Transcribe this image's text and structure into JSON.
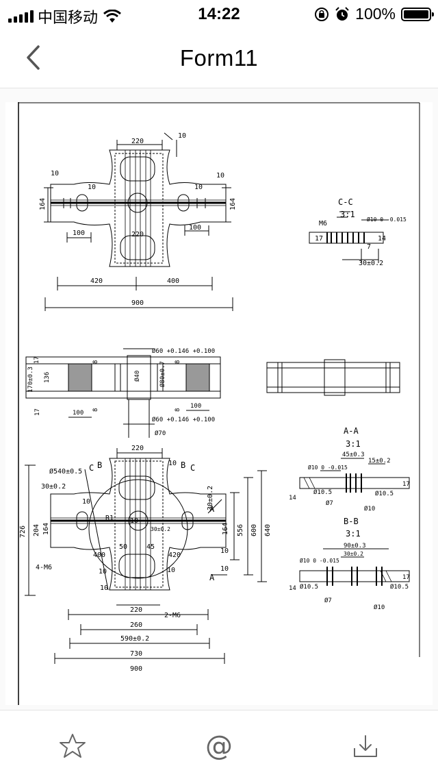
{
  "status_bar": {
    "carrier": "中国移动",
    "time": "14:22",
    "battery_percent": "100%"
  },
  "nav": {
    "title": "Form11"
  },
  "drawing": {
    "top_view": {
      "dims": [
        "220",
        "10",
        "10",
        "10",
        "10",
        "10",
        "164",
        "164",
        "100",
        "100",
        "220",
        "420",
        "400",
        "900"
      ]
    },
    "section_cc": {
      "title": "C-C",
      "scale": "3:1",
      "labels": [
        "M6",
        "Ø10 0 -0.015",
        "17",
        "14",
        "7",
        "30±0.2"
      ]
    },
    "side_view": {
      "dims": [
        "Ø60 +0.146 +0.100",
        "17",
        "8",
        "8",
        "170±0.3",
        "136",
        "Ø40",
        "Ø80±0.7",
        "17",
        "100",
        "8",
        "8",
        "100",
        "Ø60 +0.146 +0.100",
        "Ø70"
      ]
    },
    "section_aa": {
      "title": "A-A",
      "scale": "3:1",
      "labels": [
        "45±0.3",
        "15±0.2",
        "Ø10 0 -0.015",
        "17",
        "14",
        "Ø10.5",
        "Ø10.5",
        "Ø7",
        "Ø10"
      ]
    },
    "section_bb": {
      "title": "B-B",
      "scale": "3:1",
      "labels": [
        "90±0.3",
        "30±0.2",
        "Ø10 0 -0.015",
        "17",
        "14",
        "Ø10.5",
        "Ø10.5",
        "Ø7",
        "Ø10"
      ]
    },
    "plan_view": {
      "dims": [
        "220",
        "10",
        "Ø540±0.5",
        "C",
        "B",
        "B",
        "C",
        "30±0.2",
        "10",
        "30±0.2",
        "30±0.2",
        "A",
        "726",
        "204",
        "164",
        "R1",
        "10",
        "50",
        "45",
        "164",
        "556",
        "600",
        "640",
        "10",
        "4-M6",
        "400",
        "420",
        "10",
        "10",
        "10",
        "A",
        "10",
        "220",
        "2-M6",
        "260",
        "590±0.2",
        "730",
        "900"
      ]
    }
  },
  "toolbar": {
    "star_icon": "star-icon",
    "at_label": "@",
    "download_icon": "download-icon"
  }
}
